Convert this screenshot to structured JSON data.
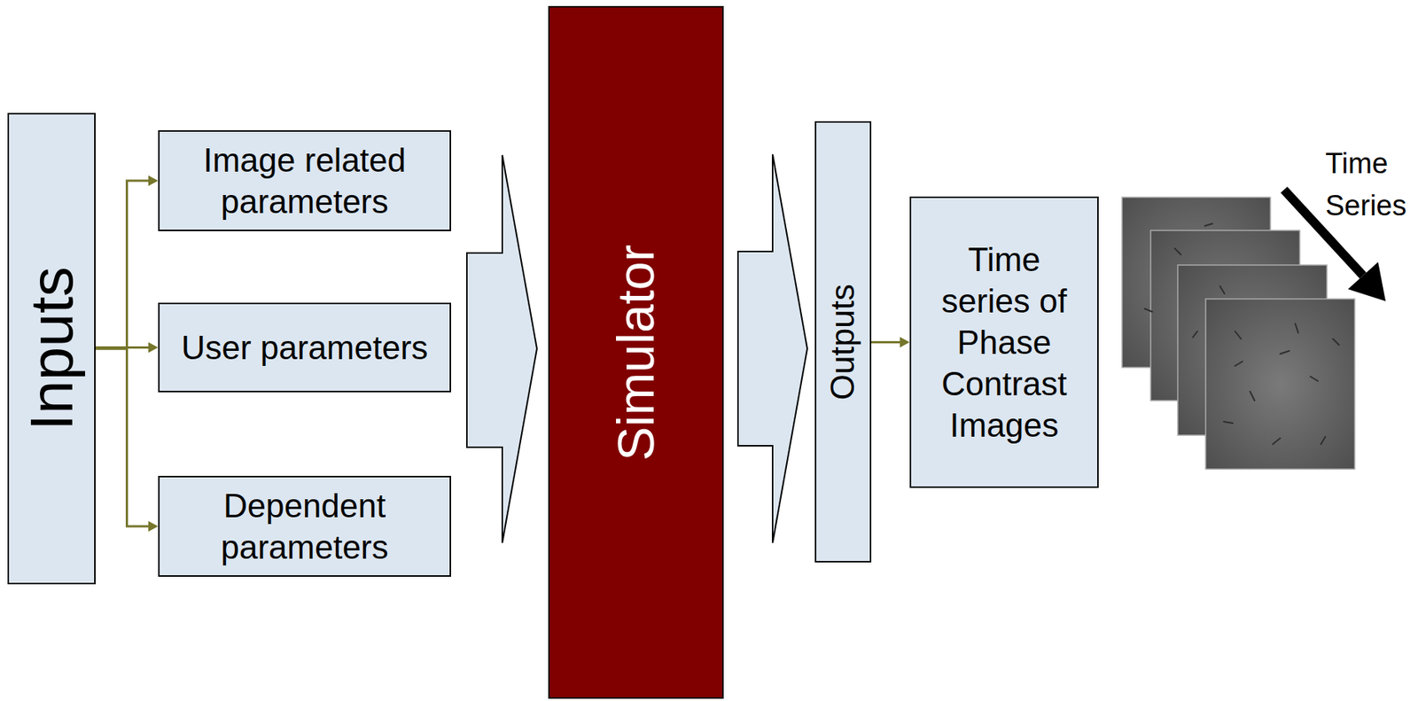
{
  "diagram": {
    "nodes": [
      {
        "text": [
          "Inputs"
        ]
      },
      {
        "text": [
          "Image related parameters"
        ]
      },
      {
        "text": [
          "User parameters"
        ]
      },
      {
        "text": [
          "Dependent parameters"
        ]
      },
      {
        "text": [
          "Simulator"
        ]
      },
      {
        "text": [
          "Outputs"
        ]
      },
      {
        "text": [
          "Time series of Phase Contrast Images"
        ]
      }
    ],
    "edges": [
      {
        "from": 0,
        "to": 1,
        "arrow": "to"
      },
      {
        "from": 0,
        "to": 2,
        "arrow": "to"
      },
      {
        "from": 0,
        "to": 3,
        "arrow": "to"
      },
      {
        "from": 4,
        "to": 5,
        "arrow": "to"
      },
      {
        "from": 5,
        "to": 6,
        "arrow": "to"
      }
    ],
    "labels": [
      "Time Series"
    ]
  }
}
